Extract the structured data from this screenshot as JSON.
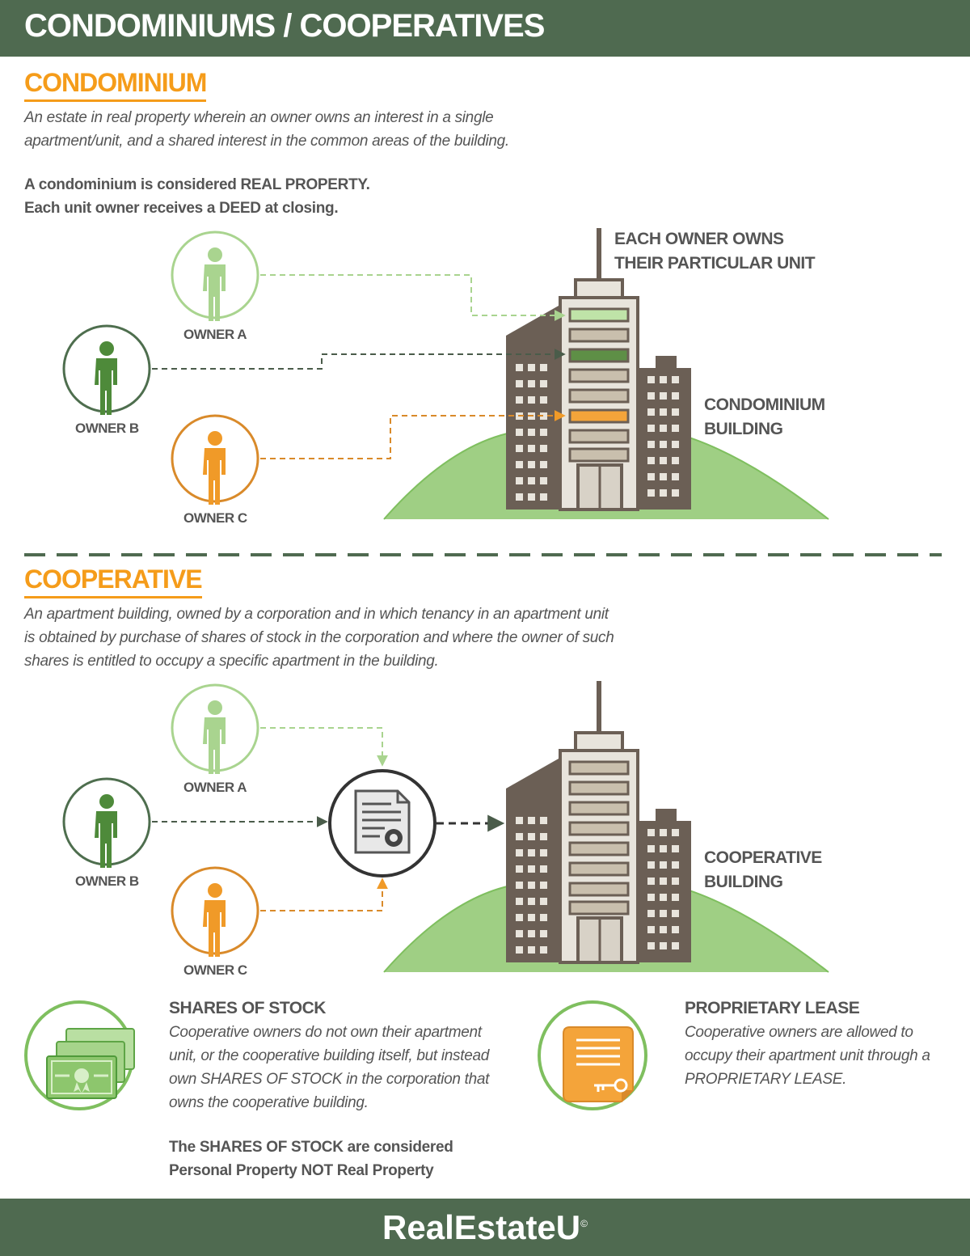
{
  "header": {
    "title": "CONDOMINIUMS / COOPERATIVES"
  },
  "condo": {
    "title": "CONDOMINIUM",
    "definition": [
      "An estate in real property wherein an owner owns an interest in a single",
      "apartment/unit, and a shared interest in the common areas of the building."
    ],
    "facts": [
      "A condominium is considered REAL PROPERTY.",
      "Each unit owner receives a DEED at closing."
    ],
    "owner_a": "OWNER A",
    "owner_b": "OWNER B",
    "owner_c": "OWNER C",
    "unit_label": [
      "EACH OWNER OWNS",
      "THEIR PARTICULAR UNIT"
    ],
    "building_label": [
      "CONDOMINIUM",
      "BUILDING"
    ]
  },
  "coop": {
    "title": "COOPERATIVE",
    "definition": [
      "An apartment building, owned by a corporation and in which tenancy in an apartment unit",
      "is obtained by purchase of shares of stock in the corporation and where the owner of such",
      "shares is entitled to occupy a specific apartment in the building."
    ],
    "owner_a": "OWNER A",
    "owner_b": "OWNER B",
    "owner_c": "OWNER C",
    "building_label": [
      "COOPERATIVE",
      "BUILDING"
    ]
  },
  "shares": {
    "title": "SHARES OF STOCK",
    "text": [
      "Cooperative owners do not own their apartment",
      "unit, or the cooperative building itself, but instead",
      "own SHARES OF STOCK in the corporation that",
      "owns the cooperative building."
    ],
    "note": [
      "The SHARES OF STOCK are considered",
      "Personal Property NOT Real Property"
    ]
  },
  "lease": {
    "title": "PROPRIETARY LEASE",
    "text": [
      "Cooperative owners are allowed to",
      "occupy their apartment unit through a",
      "PROPRIETARY LEASE."
    ]
  },
  "footer": {
    "brand": "RealEstateU",
    "mark": "©"
  },
  "colors": {
    "header_bg": "#4f6a50",
    "accent": "#f59c1a",
    "owner_a": "#a9d48f",
    "owner_b": "#4e8a3a",
    "owner_c": "#f09a28",
    "building": "#6b5f55",
    "hill": "#9fcf84"
  }
}
